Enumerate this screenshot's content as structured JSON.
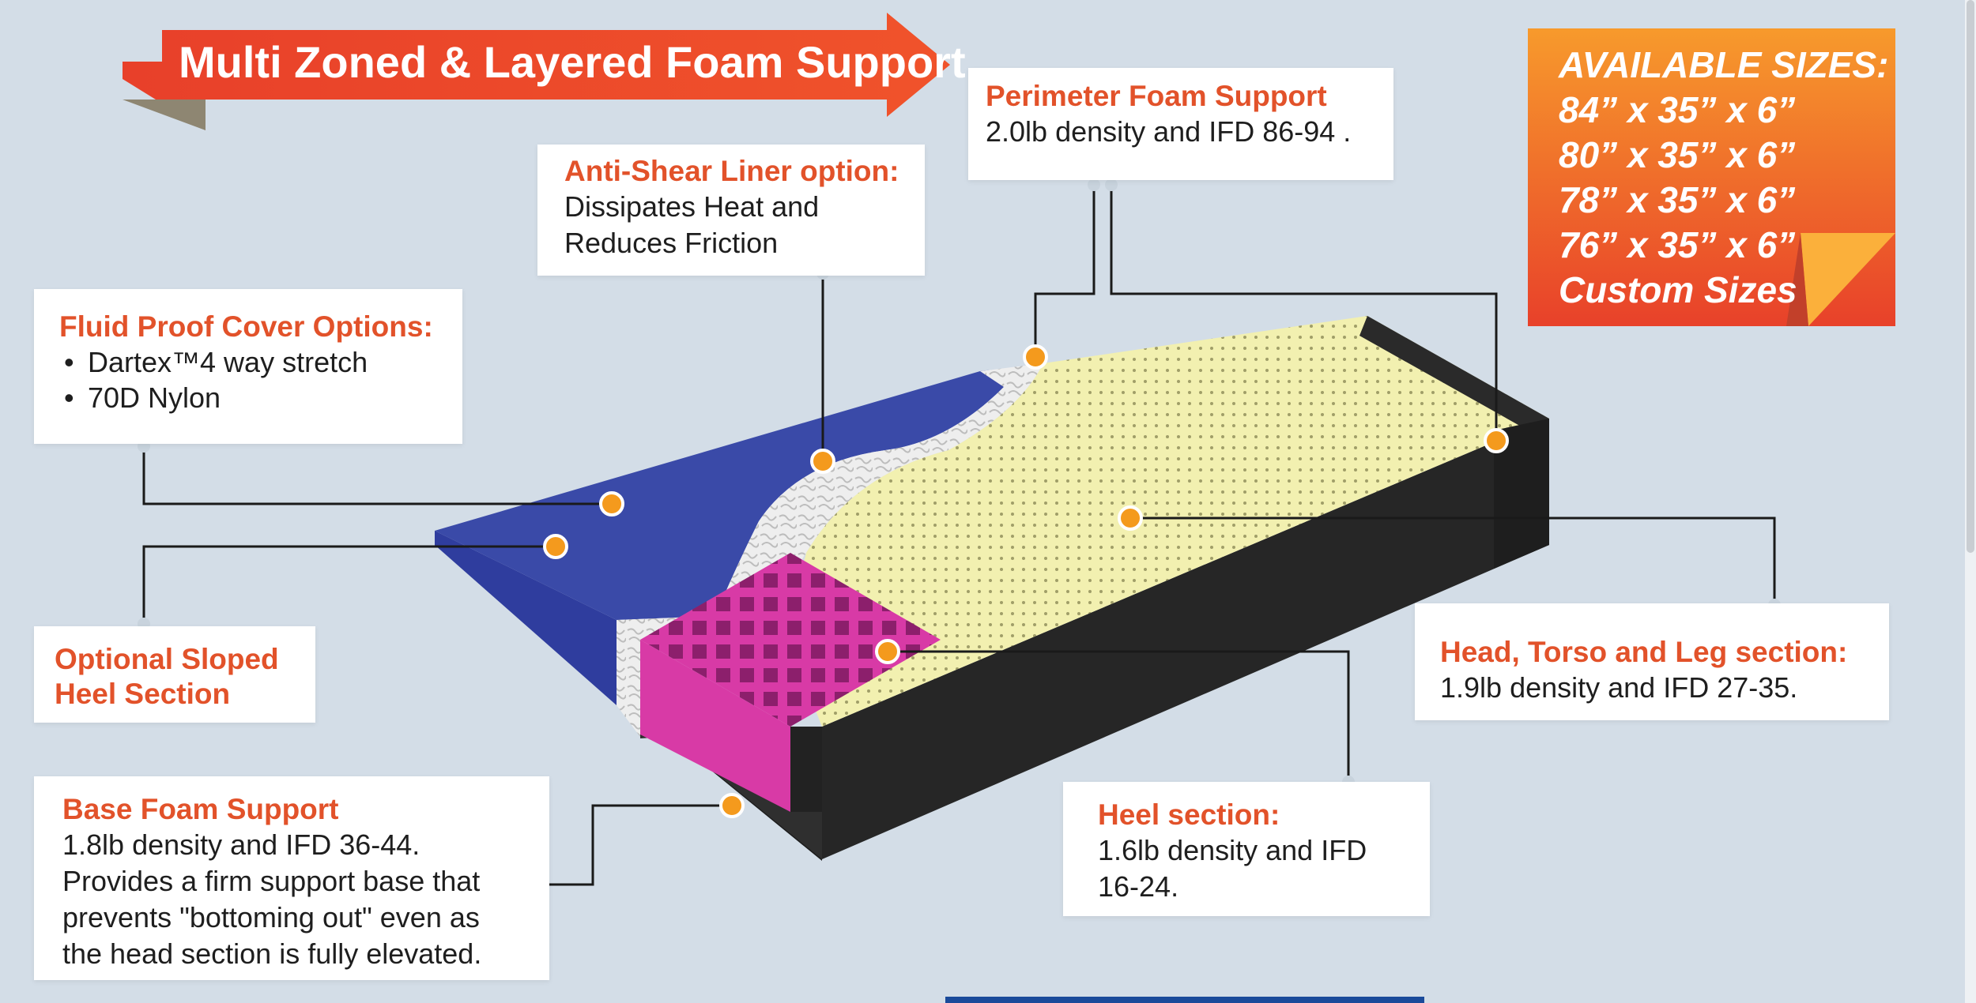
{
  "banner": {
    "title": "Multi Zoned & Layered Foam Support"
  },
  "sizes": {
    "heading": "AVAILABLE SIZES:",
    "items": [
      "84” x 35” x 6”",
      "80” x 35” x 6”",
      "78” x 35” x 6”",
      "76” x 35” x 6”",
      "Custom Sizes"
    ]
  },
  "callouts": {
    "perimeter": {
      "title": "Perimeter Foam Support",
      "text": "2.0lb density and IFD 86-94 ."
    },
    "anti_shear": {
      "title": "Anti-Shear Liner option:",
      "lines": [
        "Dissipates Heat and",
        "Reduces Friction"
      ]
    },
    "fluid_proof": {
      "title": "Fluid Proof Cover Options:",
      "items": [
        "Dartex™4 way stretch",
        "70D Nylon"
      ]
    },
    "sloped_heel": {
      "lines": [
        "Optional Sloped",
        "Heel Section"
      ]
    },
    "head_torso_leg": {
      "title": "Head, Torso and Leg section:",
      "text": "1.9lb density and IFD 27-35."
    },
    "heel": {
      "title": "Heel section:",
      "lines": [
        "1.6lb density and IFD",
        "16-24."
      ]
    },
    "base": {
      "title": "Base Foam Support",
      "lines": [
        "1.8lb density and IFD 36-44.",
        "Provides a firm support base that",
        "prevents \"bottoming out\" even as",
        "the head section is fully elevated."
      ]
    }
  },
  "colors": {
    "background": "#d3dde7",
    "accent_orange": "#e2522a",
    "cover_blue": "#3a4aa8",
    "comfort_yellow": "#f2f0b0",
    "heel_magenta": "#d83aa6",
    "base_black": "#222222"
  }
}
